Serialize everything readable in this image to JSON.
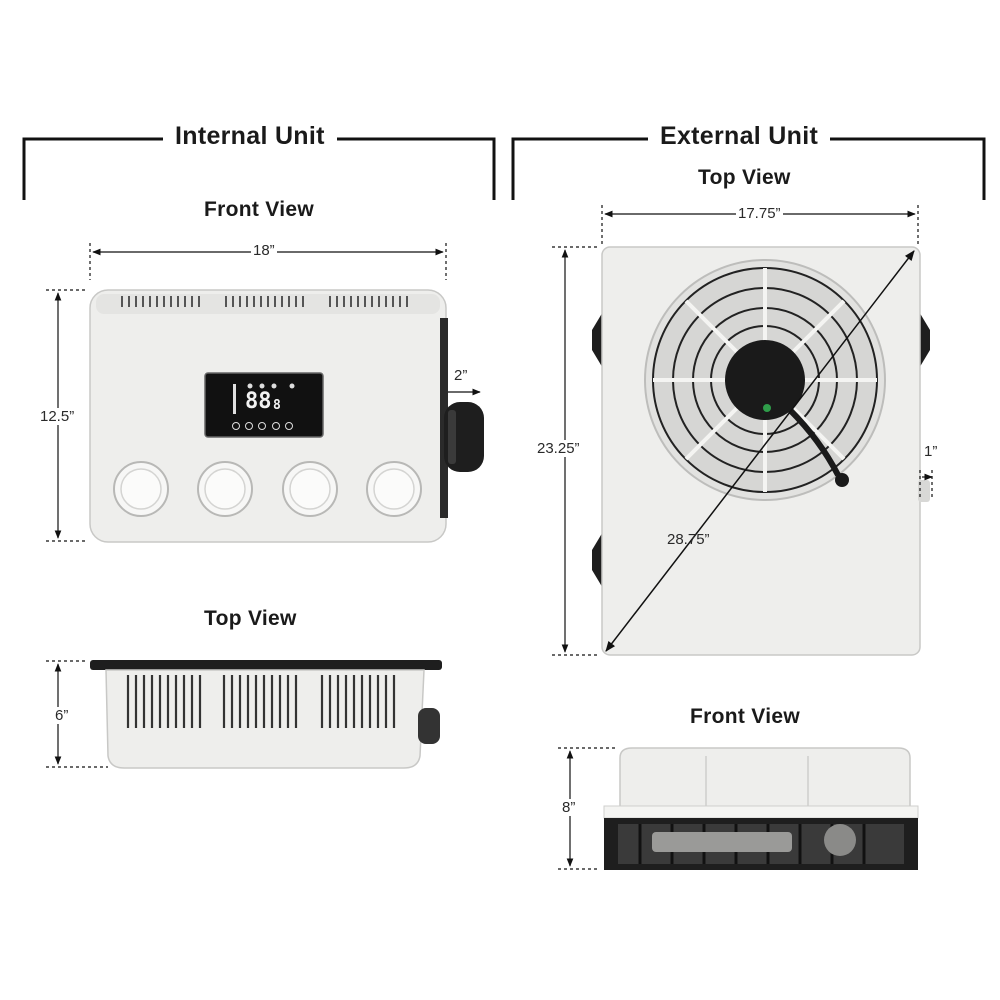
{
  "internal": {
    "title": "Internal Unit",
    "front_view": {
      "title": "Front View",
      "width": "18”",
      "height": "12.5”",
      "protrusion": "2”",
      "display_digits": "88",
      "display_small": "8"
    },
    "top_view": {
      "title": "Top View",
      "depth": "6”"
    }
  },
  "external": {
    "title": "External Unit",
    "top_view": {
      "title": "Top View",
      "width": "17.75”",
      "height": "23.25”",
      "diagonal": "28.75”",
      "protrusion": "1”"
    },
    "front_view": {
      "title": "Front View",
      "height": "8”"
    }
  },
  "colors": {
    "unit_body": "#eeeeec",
    "unit_outline": "#c8c8c6",
    "dark": "#1e1e1e",
    "display_bg": "#111111",
    "line": "#111111"
  }
}
